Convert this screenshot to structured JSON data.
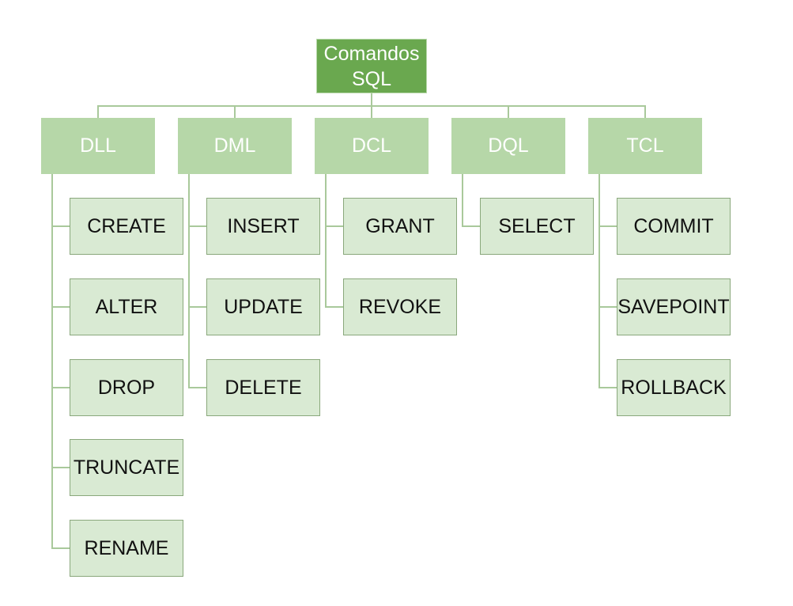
{
  "diagram": {
    "root": {
      "label": "Comandos SQL"
    },
    "categories": [
      {
        "label": "DLL",
        "items": [
          "CREATE",
          "ALTER",
          "DROP",
          "TRUNCATE",
          "RENAME"
        ]
      },
      {
        "label": "DML",
        "items": [
          "INSERT",
          "UPDATE",
          "DELETE"
        ]
      },
      {
        "label": "DCL",
        "items": [
          "GRANT",
          "REVOKE"
        ]
      },
      {
        "label": "DQL",
        "items": [
          "SELECT"
        ]
      },
      {
        "label": "TCL",
        "items": [
          "COMMIT",
          "SAVEPOINT",
          "ROLLBACK"
        ]
      }
    ],
    "colors": {
      "root_fill": "#6aa84f",
      "category_fill": "#b6d7a8",
      "leaf_fill": "#d9ead3",
      "connector": "#a9c99b"
    }
  }
}
